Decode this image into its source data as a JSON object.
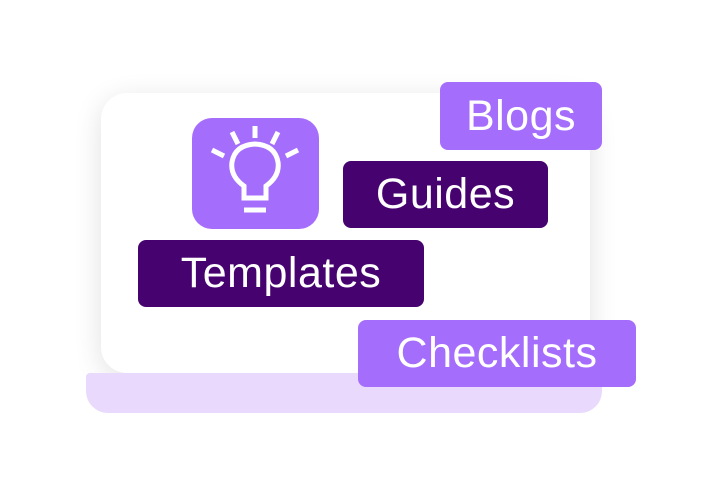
{
  "tags": {
    "blogs": "Blogs",
    "guides": "Guides",
    "templates": "Templates",
    "checklists": "Checklists"
  },
  "colors": {
    "light_purple": "#a56dfc",
    "dark_purple": "#46036f",
    "base": "#e8d9fd"
  },
  "icon": "lightbulb-icon"
}
